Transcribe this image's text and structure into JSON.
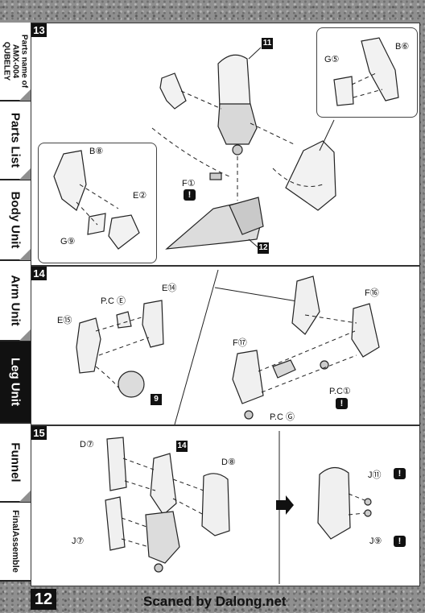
{
  "sidebar": {
    "tabs": [
      {
        "label": "Parts name of AMX-004 QUBELEY",
        "small": true,
        "active": false
      },
      {
        "label": "Parts List",
        "active": false
      },
      {
        "label": "Body Unit",
        "active": false
      },
      {
        "label": "Arm Unit",
        "active": false
      },
      {
        "label": "Leg Unit",
        "active": true
      },
      {
        "label": "Funnel",
        "active": false
      },
      {
        "label": "FinalAssemble",
        "active": false
      }
    ]
  },
  "step13": {
    "number": "13",
    "callouts": [
      "11",
      "12"
    ],
    "labels": {
      "b6": "B⑥",
      "g5": "G⑤",
      "b8": "B⑧",
      "e2": "E②",
      "g9": "G⑨",
      "f1": "F①"
    },
    "warn": "!"
  },
  "step14": {
    "number": "14",
    "callout": "9",
    "labels": {
      "pce": "P.C Ⓔ",
      "e14": "E⑭",
      "e15": "E⑮",
      "f16": "F⑯",
      "f17": "F⑰",
      "pc1": "P.C①",
      "pcg": "P.C Ⓖ"
    },
    "warn": "!"
  },
  "step15": {
    "number": "15",
    "callout": "14",
    "labels": {
      "d7": "D⑦",
      "d8": "D⑧",
      "j7": "J⑦",
      "j11": "J⑪",
      "j9": "J⑨"
    },
    "warn": "!"
  },
  "page_number": "12",
  "footer": "Scaned by Dalong.net"
}
